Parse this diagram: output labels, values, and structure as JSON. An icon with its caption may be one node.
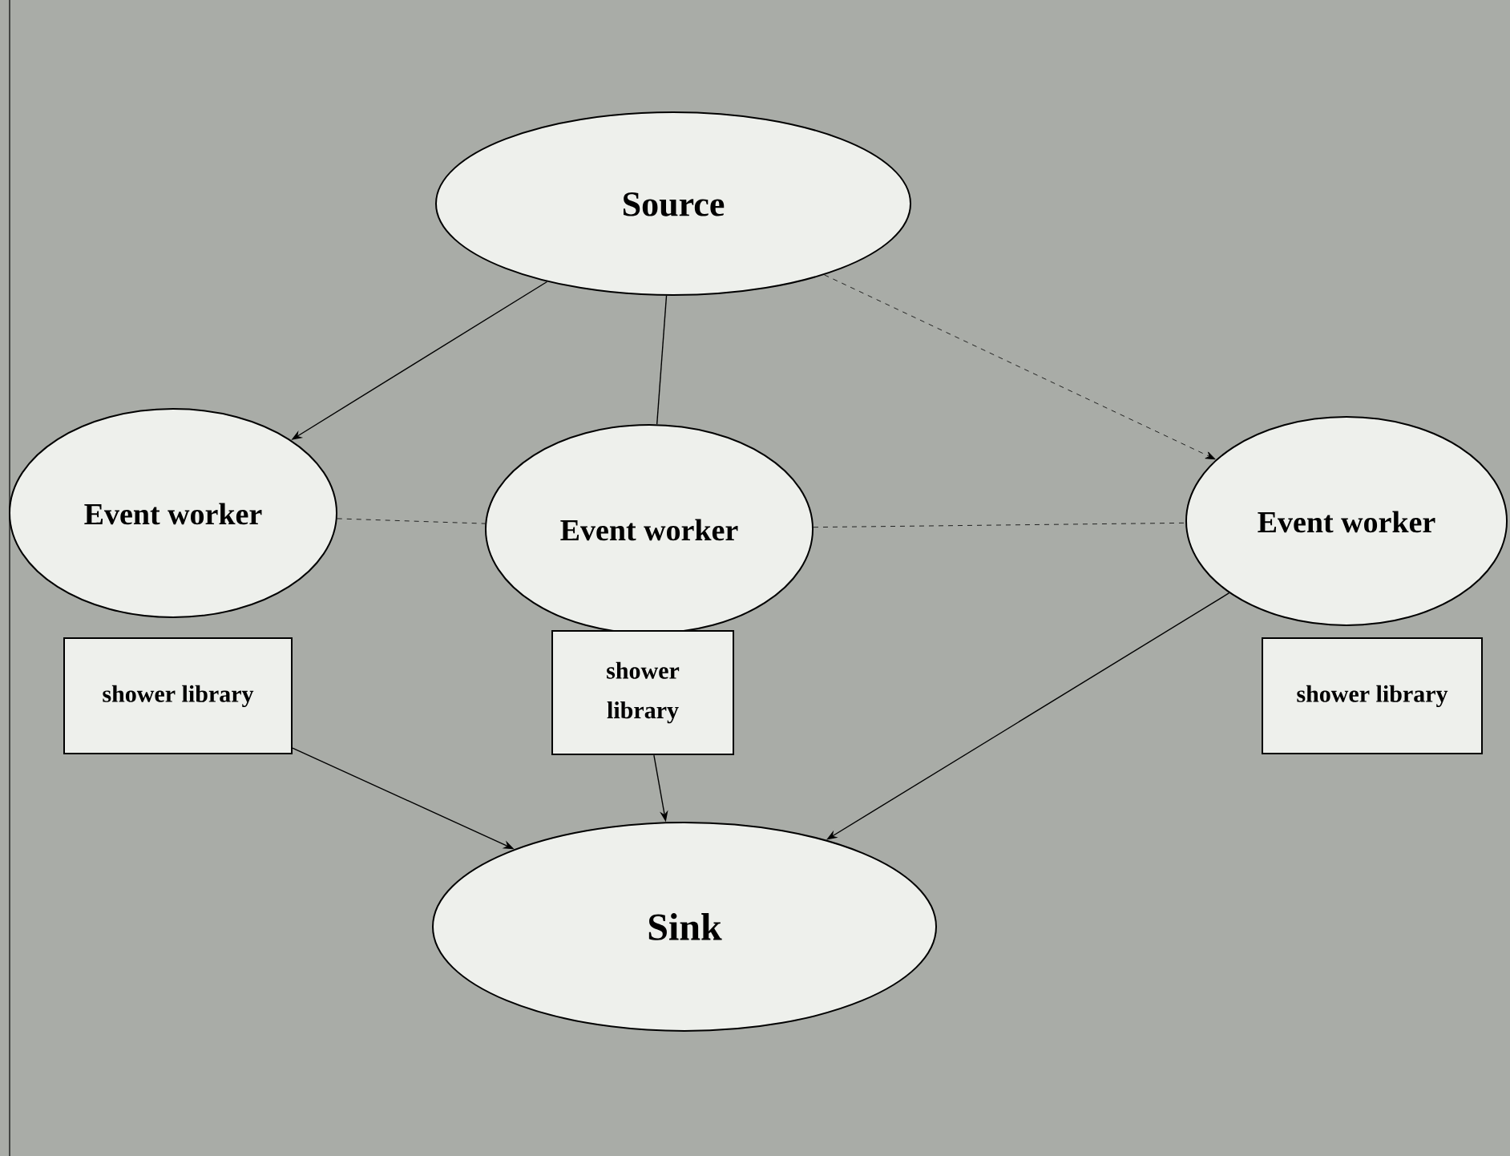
{
  "diagram": {
    "nodes": [
      {
        "text": [
          "Source"
        ]
      },
      {
        "text": [
          "Event worker"
        ]
      },
      {
        "text": [
          "Event worker"
        ]
      },
      {
        "text": [
          "Event worker"
        ]
      },
      {
        "text": [
          "shower library"
        ]
      },
      {
        "text": [
          "shower library"
        ]
      },
      {
        "text": [
          "shower library"
        ]
      },
      {
        "text": [
          "Sink"
        ]
      }
    ],
    "edges": [
      {
        "from": 0,
        "to": 1,
        "arrow": "to"
      },
      {
        "from": 0,
        "to": 2,
        "arrow": "none"
      },
      {
        "from": 0,
        "to": 3,
        "arrow": "to",
        "style": "dashed"
      },
      {
        "from": 1,
        "to": 2,
        "arrow": "none",
        "style": "dashed"
      },
      {
        "from": 2,
        "to": 3,
        "arrow": "none",
        "style": "dashed"
      },
      {
        "from": 4,
        "to": 7,
        "arrow": "to"
      },
      {
        "from": 5,
        "to": 7,
        "arrow": "to"
      },
      {
        "from": 3,
        "to": 7,
        "arrow": "to"
      }
    ]
  }
}
